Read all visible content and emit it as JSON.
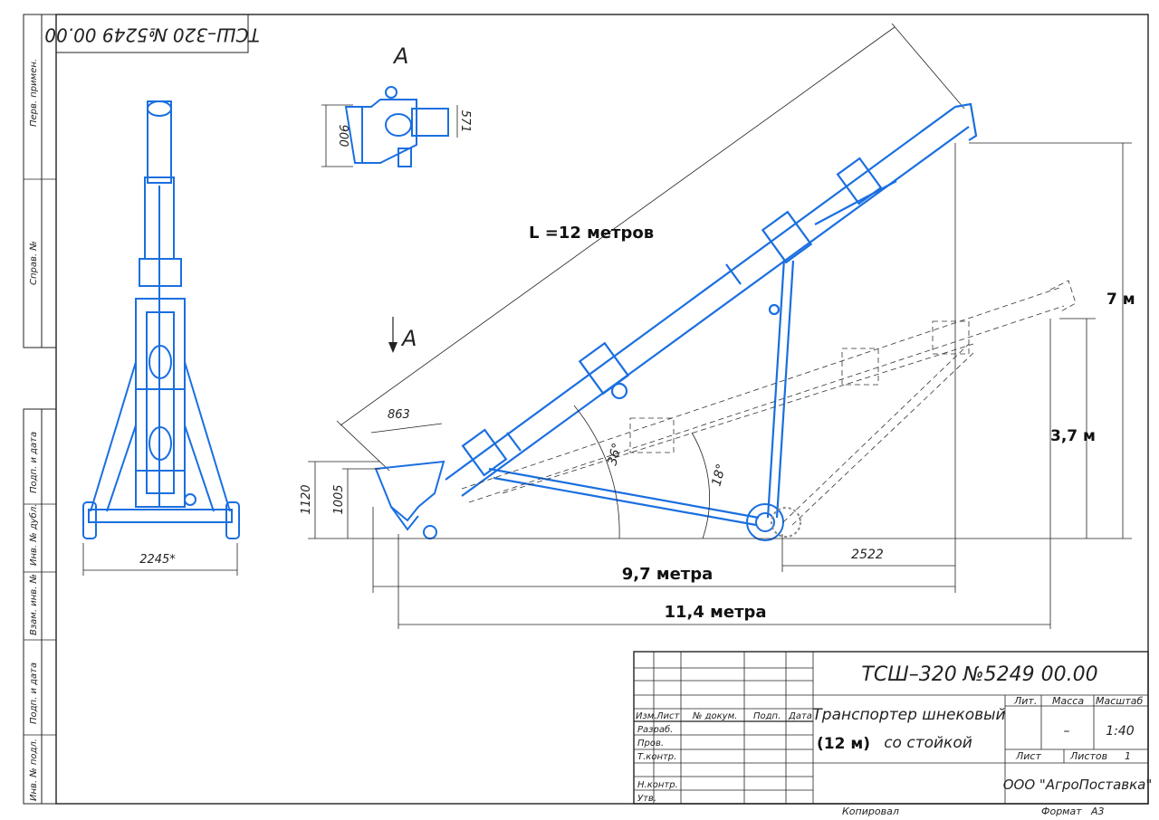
{
  "doc_code_rotated": "ТСШ–320 №5249 00.00",
  "view_label_top": "А",
  "view_label_arrow": "А",
  "side_stamps": [
    "Перв. примен.",
    "Справ. №",
    "Подп. и дата",
    "Инв. № дубл.",
    "Взам. инв. №",
    "Подп. и дата",
    "Инв. № подл."
  ],
  "dimensions": {
    "length_label": "L =12 метров",
    "height_max": "7 м",
    "height_min": "3,7 м",
    "reach_97": "9,7 метра",
    "reach_114": "11,4 метра",
    "d863": "863",
    "d1120": "1120",
    "d1005": "1005",
    "d2522": "2522",
    "d2245": "2245*",
    "d900": "900",
    "d571": "571",
    "angle36": "36°",
    "angle18": "18°"
  },
  "title_block": {
    "code": "ТСШ–320 №5249 00.00",
    "name_line1": "Транспортер шнековый",
    "name_line2": "со стойкой",
    "name_extra": "(12 м)",
    "col_izm": "Изм.",
    "col_list": "Лист",
    "col_ndoc": "№ докум.",
    "col_podp": "Подп.",
    "col_data": "Дата",
    "row_razrab": "Разраб.",
    "row_prov": "Пров.",
    "row_tkontr": "Т.контр.",
    "row_nkontr": "Н.контр.",
    "row_utv": "Утв.",
    "lit": "Лит.",
    "massa": "Масса",
    "masshtab": "Масштаб",
    "massa_val": "–",
    "scale_val": "1:40",
    "list": "Лист",
    "listov": "Листов",
    "listov_val": "1",
    "company": "ООО \"АгроПоставка\"",
    "kopiroval": "Копировал",
    "format": "Формат",
    "format_val": "А3"
  }
}
